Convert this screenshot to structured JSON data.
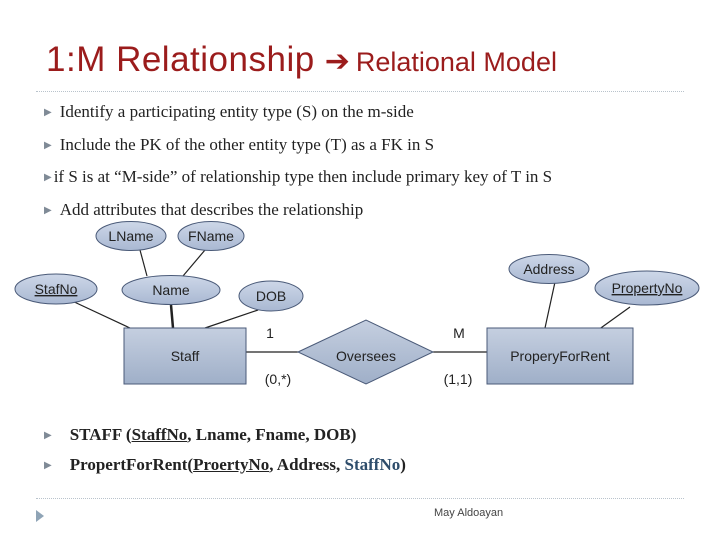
{
  "slide": {
    "title_main": "1:M Relationship",
    "title_arrow": "➔",
    "title_sub": "Relational Model",
    "footer": "May Aldoayan"
  },
  "bullets": [
    "Identify a participating entity type (S) on the m-side",
    "Include the PK of the other entity type (T) as a FK in S",
    "if S is at “M-side” of relationship type then include primary key of T in S",
    "Add attributes that describes the relationship"
  ],
  "er_diagram": {
    "entities": {
      "staff": "Staff",
      "property": "ProperyForRent"
    },
    "relationship": "Oversees",
    "attributes": {
      "lname": "LName",
      "fname": "FName",
      "stafno": "StafNo",
      "name": "Name",
      "dob": "DOB",
      "address": "Address",
      "propertyno": "PropertyNo"
    },
    "cardinality": {
      "staff_side": "1",
      "property_side": "M"
    },
    "participation": {
      "staff_side": "(0,*)",
      "property_side": "(1,1)"
    }
  },
  "schemas": {
    "staff": {
      "table": "STAFF",
      "open": "(",
      "pk": "StaffNo",
      "rest": ", Lname, Fname, DOB",
      "close": ")"
    },
    "property": {
      "table": "PropertForRent",
      "open": "(",
      "pk": "ProertyNo",
      "middle": ", Address, ",
      "fk": "StaffNo",
      "close": ")"
    }
  },
  "colors": {
    "title": "#9b1c1c",
    "entity_fill": "#aebbd1",
    "attribute_fill": "#b6c3da",
    "foreign_key_text": "#2e4d6b"
  }
}
